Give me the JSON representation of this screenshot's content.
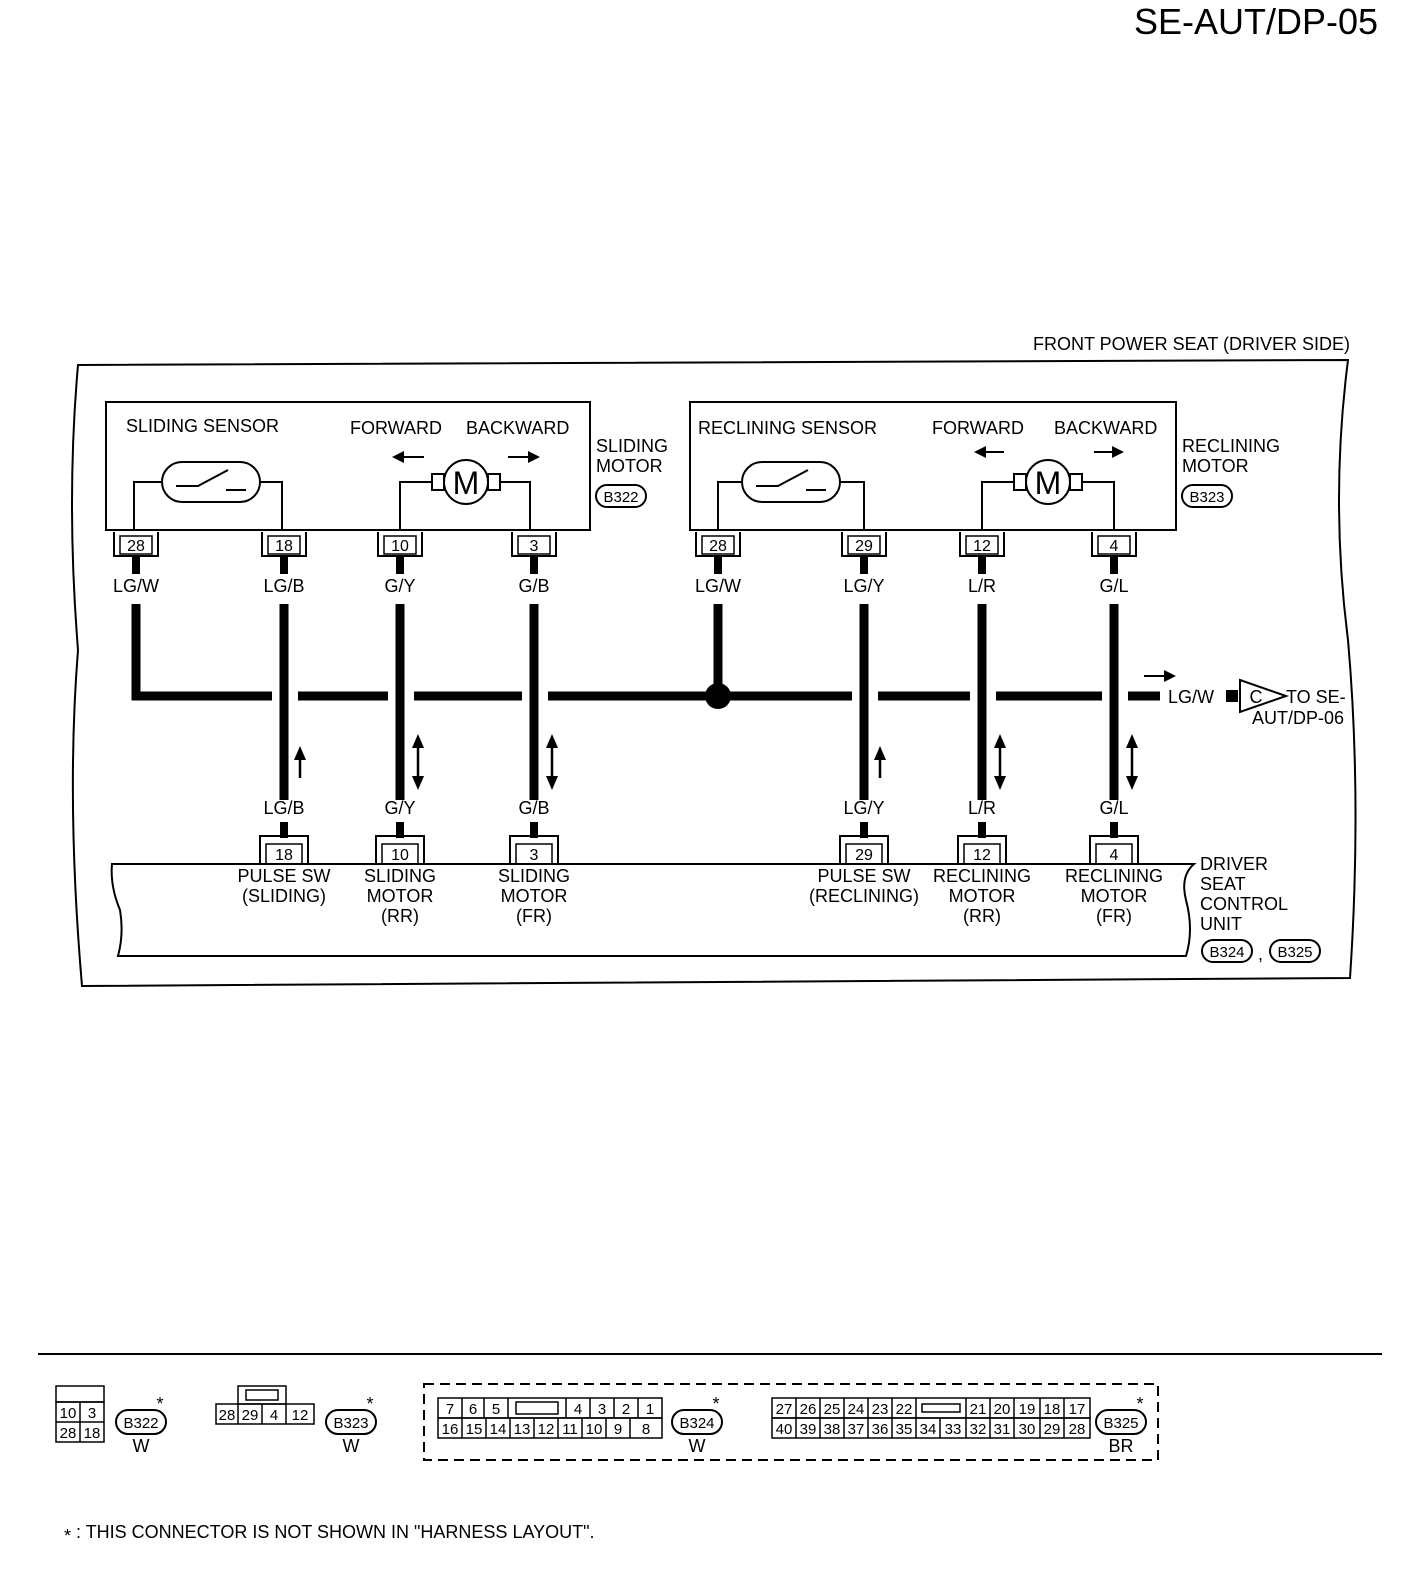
{
  "page_code": "SE-AUT/DP-05",
  "frame_label": "FRONT POWER SEAT (DRIVER SIDE)",
  "sliding_motor": {
    "sensor_label": "SLIDING SENSOR",
    "forward": "FORWARD",
    "backward": "BACKWARD",
    "motor_symbol": "M",
    "name_line1": "SLIDING",
    "name_line2": "MOTOR",
    "connector": "B322"
  },
  "reclining_motor": {
    "sensor_label": "RECLINING SENSOR",
    "forward": "FORWARD",
    "backward": "BACKWARD",
    "motor_symbol": "M",
    "name_line1": "RECLINING",
    "name_line2": "MOTOR",
    "connector": "B323"
  },
  "top_pins": [
    "28",
    "18",
    "10",
    "3",
    "28",
    "29",
    "12",
    "4"
  ],
  "top_wires": [
    "LG/W",
    "LG/B",
    "G/Y",
    "G/B",
    "LG/W",
    "LG/Y",
    "L/R",
    "G/L"
  ],
  "bottom_wires": [
    "LG/B",
    "G/Y",
    "G/B",
    "LG/Y",
    "L/R",
    "G/L"
  ],
  "bottom_pins": [
    "18",
    "10",
    "3",
    "29",
    "12",
    "4"
  ],
  "terminal_labels": [
    [
      "PULSE SW",
      "(SLIDING)"
    ],
    [
      "SLIDING",
      "MOTOR",
      "(RR)"
    ],
    [
      "SLIDING",
      "MOTOR",
      "(FR)"
    ],
    [
      "PULSE SW",
      "(RECLINING)"
    ],
    [
      "RECLINING",
      "MOTOR",
      "(RR)"
    ],
    [
      "RECLINING",
      "MOTOR",
      "(FR)"
    ]
  ],
  "control_unit": {
    "lines": [
      "DRIVER",
      "SEAT",
      "CONTROL",
      "UNIT"
    ],
    "connector_a": "B324",
    "separator": ",",
    "connector_b": "B325"
  },
  "continuation": {
    "wire": "LG/W",
    "letter": "C",
    "line1": "TO SE-",
    "line2": "AUT/DP-06"
  },
  "connectors": {
    "b322": {
      "id": "B322",
      "color": "W",
      "rows": [
        [
          "10",
          "3"
        ],
        [
          "28",
          "18"
        ]
      ]
    },
    "b323": {
      "id": "B323",
      "color": "W",
      "pins": [
        "28",
        "29",
        "4",
        "12"
      ]
    },
    "b324": {
      "id": "B324",
      "color": "W",
      "row1": [
        "7",
        "6",
        "5",
        "4",
        "3",
        "2",
        "1"
      ],
      "row2": [
        "16",
        "15",
        "14",
        "13",
        "12",
        "11",
        "10",
        "9",
        "8"
      ]
    },
    "b325": {
      "id": "B325",
      "color": "BR",
      "row1": [
        "27",
        "26",
        "25",
        "24",
        "23",
        "22",
        "21",
        "20",
        "19",
        "18",
        "17"
      ],
      "row2": [
        "40",
        "39",
        "38",
        "37",
        "36",
        "35",
        "34",
        "33",
        "32",
        "31",
        "30",
        "29",
        "28"
      ]
    }
  },
  "star": "*",
  "footnote": ": THIS CONNECTOR IS NOT SHOWN IN \"HARNESS LAYOUT\"."
}
